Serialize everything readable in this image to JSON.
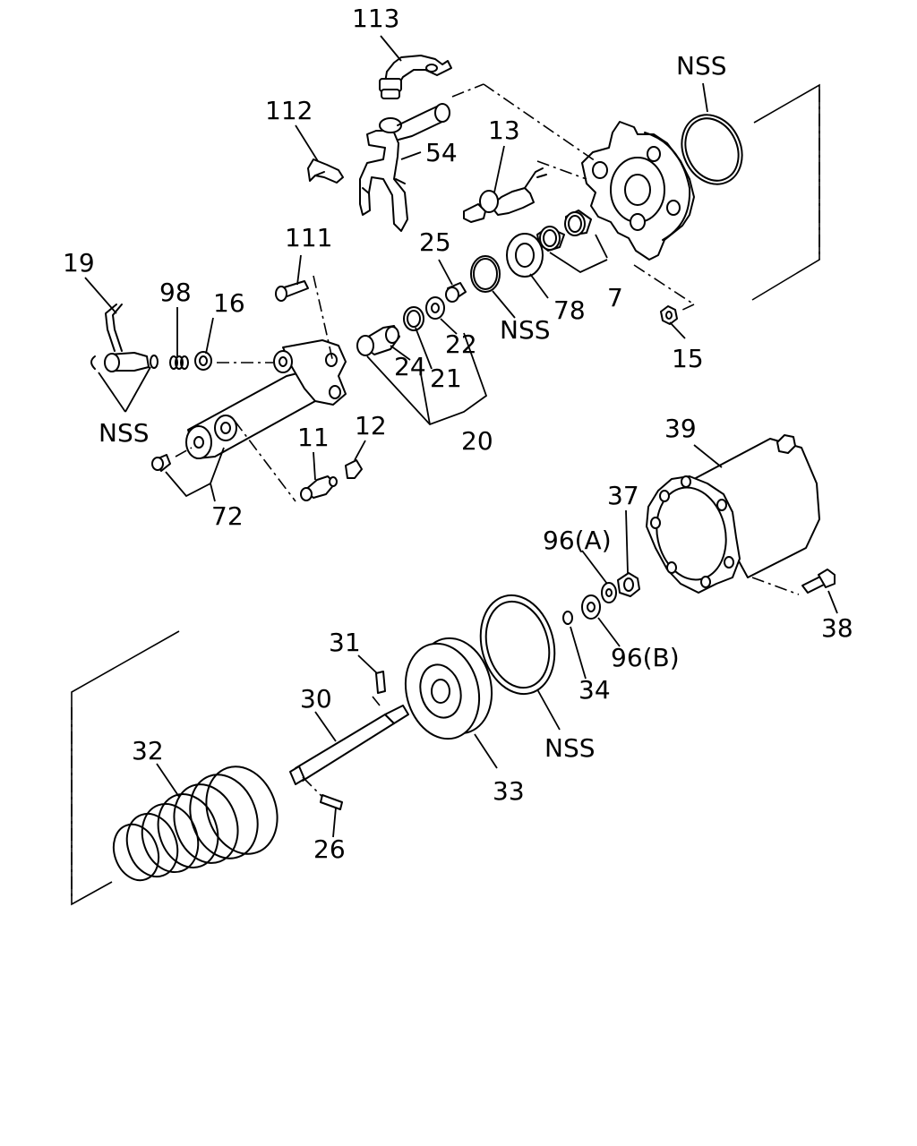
{
  "labels": {
    "p113": "113",
    "p112": "112",
    "p54": "54",
    "p13": "13",
    "nss_top": "NSS",
    "p111": "111",
    "p25": "25",
    "p19": "19",
    "p98": "98",
    "p16": "16",
    "p78": "78",
    "p7": "7",
    "nss_mid": "NSS",
    "p22": "22",
    "p15": "15",
    "p24": "24",
    "p21": "21",
    "p20": "20",
    "nss_left": "NSS",
    "p11": "11",
    "p12": "12",
    "p72": "72",
    "p39": "39",
    "p37": "37",
    "p96a": "96(A)",
    "p38": "38",
    "p31": "31",
    "p96b": "96(B)",
    "p30": "30",
    "p34": "34",
    "p32": "32",
    "nss_bottom": "NSS",
    "p33": "33",
    "p26": "26"
  }
}
